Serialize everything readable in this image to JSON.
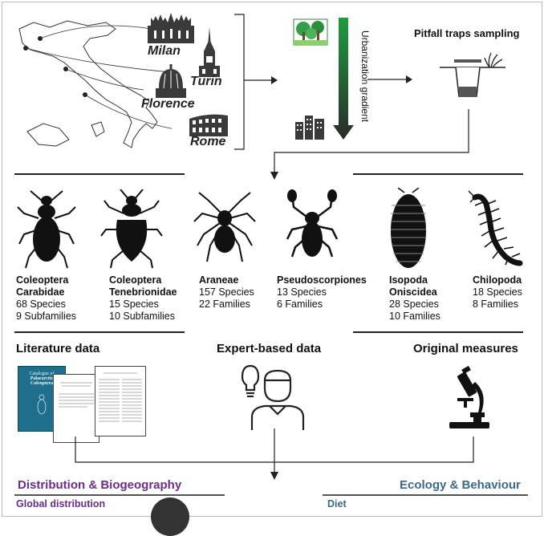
{
  "map": {
    "cities": [
      "Milan",
      "Turin",
      "Florence",
      "Rome"
    ]
  },
  "gradient": {
    "label": "Urbanization gradient",
    "top_color": "#1f9e3f",
    "bottom_color": "#2a2a2a"
  },
  "sampling": {
    "label": "Pitfall traps sampling"
  },
  "taxa": [
    {
      "line1": "Coleoptera",
      "line2": "Carabidae",
      "line3": "68 Species",
      "line4": "9 Subfamilies"
    },
    {
      "line1": "Coleoptera",
      "line2": "Tenebrionidae",
      "line3": "15 Species",
      "line4": "10 Subfamilies"
    },
    {
      "line1": "Araneae",
      "line2": "157 Species",
      "line3": "22 Families",
      "line4": ""
    },
    {
      "line1": "Pseudoscorpiones",
      "line2": "13 Species",
      "line3": "6 Families",
      "line4": ""
    },
    {
      "line1": "Isopoda",
      "line2": "Oniscidea",
      "line3": "28 Species",
      "line4": "10 Families"
    },
    {
      "line1": "Chilopoda",
      "line2": "18 Species",
      "line3": "8 Families",
      "line4": ""
    }
  ],
  "sources": {
    "literature": "Literature data",
    "expert": "Expert-based data",
    "original": "Original measures"
  },
  "catalogue": {
    "title_line1": "Catalogue of",
    "title_line2": "Palaearctic Coleoptera"
  },
  "outputs": {
    "distribution": {
      "label": "Distribution & Biogeography",
      "color": "#6b2d8a"
    },
    "ecology": {
      "label": "Ecology & Behaviour",
      "color": "#3a6a8a"
    },
    "global": {
      "label": "Global distribution"
    },
    "diet": {
      "label": "Diet"
    }
  }
}
